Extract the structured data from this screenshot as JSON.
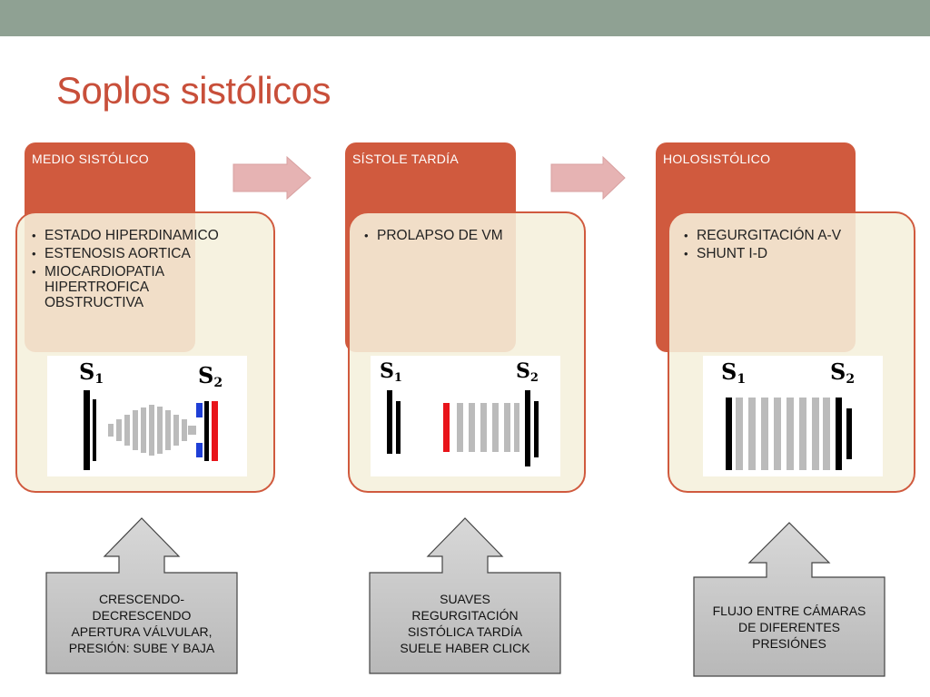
{
  "title": "Soplos sistólicos",
  "columns": [
    {
      "header": "MEDIO SISTÓLICO",
      "items": [
        "ESTADO HIPERDINAMICO",
        "ESTENOSIS AORTICA",
        "MIOCARDIOPATIA HIPERTROFICA OBSTRUCTIVA"
      ],
      "s1_label": "S",
      "s1_sub": "1",
      "s2_label": "S",
      "s2_sub": "2",
      "callout": [
        "CRESCENDO-",
        "DECRESCENDO",
        "APERTURA VÁLVULAR,",
        "PRESIÓN: SUBE Y BAJA"
      ]
    },
    {
      "header": "SÍSTOLE TARDÍA",
      "items": [
        "PROLAPSO DE VM"
      ],
      "s1_label": "S",
      "s1_sub": "1",
      "s2_label": "S",
      "s2_sub": "2",
      "callout": [
        "SUAVES",
        "REGURGITACIÓN",
        "SISTÓLICA TARDÍA",
        "SUELE HABER CLICK"
      ]
    },
    {
      "header": "HOLOSISTÓLICO",
      "items": [
        "REGURGITACIÓN  A-V",
        "SHUNT I-D"
      ],
      "s1_label": "S",
      "s1_sub": "1",
      "s2_label": "S",
      "s2_sub": "2",
      "callout": [
        "FLUJO ENTRE CÁMARAS",
        "DE DIFERENTES",
        "PRESIÓNES"
      ]
    }
  ],
  "colors": {
    "accent": "#d05a3e",
    "band": "#8fa193",
    "panel": "#f5f0dc",
    "arrow": "#e6b3b3",
    "callout_bg": "#c4c4c4"
  }
}
